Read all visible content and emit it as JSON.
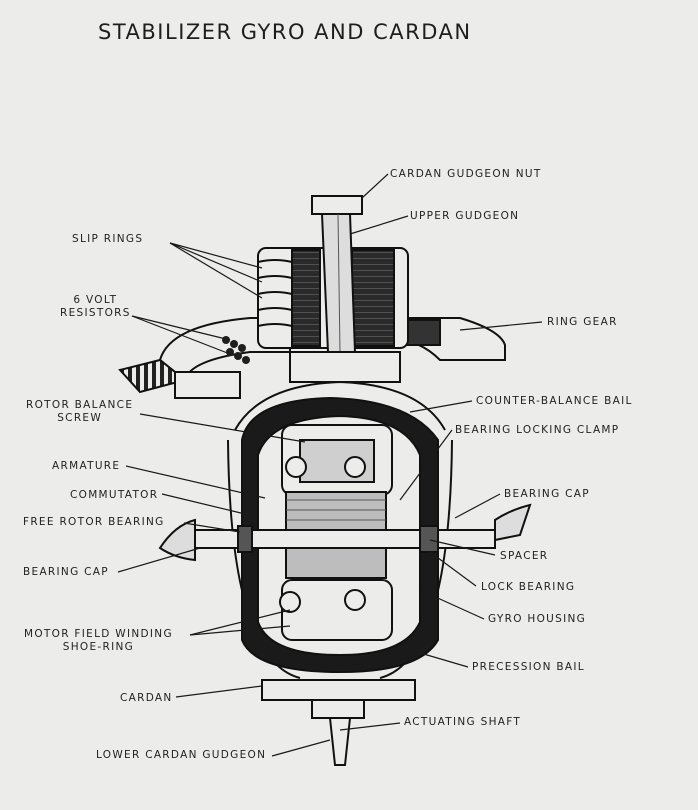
{
  "title": "STABILIZER GYRO AND CARDAN",
  "labels": {
    "cardan_gudgeon_nut": "CARDAN GUDGEON NUT",
    "upper_gudgeon": "UPPER GUDGEON",
    "slip_rings": "SLIP RINGS",
    "resistors_line1": "6 VOLT",
    "resistors_line2": "RESISTORS",
    "ring_gear": "RING GEAR",
    "rotor_balance_line1": "ROTOR BALANCE",
    "rotor_balance_line2": "SCREW",
    "counter_balance_bail": "COUNTER-BALANCE BAIL",
    "bearing_locking_clamp": "BEARING LOCKING CLAMP",
    "armature": "ARMATURE",
    "commutator": "COMMUTATOR",
    "bearing_cap_right": "BEARING CAP",
    "free_rotor_bearing": "FREE ROTOR BEARING",
    "spacer": "SPACER",
    "bearing_cap_left": "BEARING CAP",
    "lock_bearing": "LOCK BEARING",
    "gyro_housing": "GYRO HOUSING",
    "motor_field_line1": "MOTOR FIELD WINDING",
    "motor_field_line2": "SHOE-RING",
    "precession_bail": "PRECESSION BAIL",
    "cardan": "CARDAN",
    "actuating_shaft": "ACTUATING SHAFT",
    "lower_cardan_gudgeon": "LOWER CARDAN GUDGEON"
  }
}
